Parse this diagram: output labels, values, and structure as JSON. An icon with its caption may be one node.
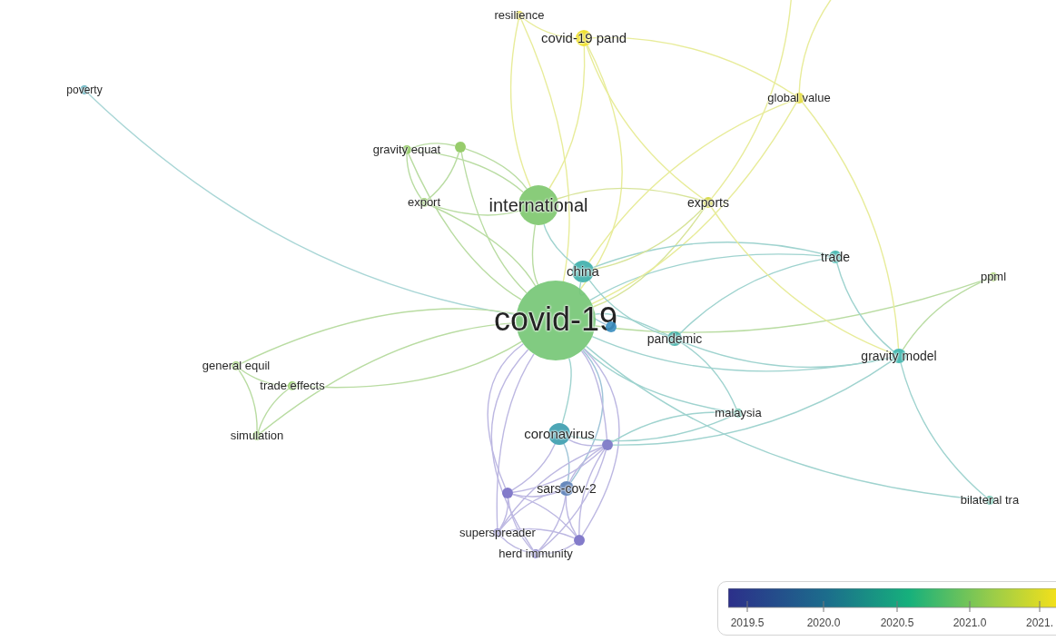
{
  "diagram": {
    "nodes": [
      {
        "text": [
          "resilience"
        ]
      },
      {
        "text": [
          "covid-19 pand"
        ]
      },
      {
        "text": [
          "poverty"
        ]
      },
      {
        "text": [
          "global value"
        ]
      },
      {
        "text": [
          "gravity equat"
        ]
      },
      {
        "text": [],
        "shape": "circle"
      },
      {
        "text": [
          "export"
        ]
      },
      {
        "text": [
          "international"
        ]
      },
      {
        "text": [
          "exports"
        ]
      },
      {
        "text": [
          "china"
        ]
      },
      {
        "text": [
          "trade"
        ]
      },
      {
        "text": [
          "ppml"
        ]
      },
      {
        "text": [
          "covid-19"
        ]
      },
      {
        "text": [],
        "shape": "circle"
      },
      {
        "text": [
          "pandemic"
        ]
      },
      {
        "text": [
          "gravity model"
        ]
      },
      {
        "text": [
          "general equil"
        ]
      },
      {
        "text": [
          "trade effects"
        ]
      },
      {
        "text": [
          "malaysia"
        ]
      },
      {
        "text": [
          "simulation"
        ]
      },
      {
        "text": [
          "coronavirus"
        ]
      },
      {
        "text": [],
        "shape": "circle"
      },
      {
        "text": [
          "sars-cov-2"
        ]
      },
      {
        "text": [],
        "shape": "circle"
      },
      {
        "text": [
          "bilateral tra"
        ]
      },
      {
        "text": [
          "superspreader"
        ]
      },
      {
        "text": [
          "herd immunity"
        ]
      },
      {
        "text": [],
        "shape": "circle"
      }
    ],
    "edges": [
      {
        "from": 12,
        "to": 7,
        "arrow": "none"
      },
      {
        "from": 12,
        "to": 9,
        "arrow": "none",
        "color": "#9fd3cf"
      },
      {
        "from": 12,
        "to": 2,
        "arrow": "none",
        "color": "#a9d6d6"
      },
      {
        "from": 12,
        "to": 16,
        "arrow": "none"
      },
      {
        "from": 12,
        "to": 17,
        "arrow": "none"
      },
      {
        "from": 12,
        "to": 19,
        "arrow": "none"
      },
      {
        "from": 12,
        "to": 4,
        "arrow": "none"
      },
      {
        "from": 12,
        "to": 6,
        "arrow": "none"
      },
      {
        "from": 12,
        "to": 5,
        "arrow": "none"
      },
      {
        "from": 12,
        "to": 8,
        "arrow": "none",
        "color": "#d8e49a"
      },
      {
        "from": 12,
        "to": 10,
        "arrow": "none",
        "color": "#9fd3cf"
      },
      {
        "from": 12,
        "to": 15,
        "arrow": "none",
        "color": "#9fd3cf"
      },
      {
        "from": 12,
        "to": 14,
        "arrow": "none",
        "color": "#9fd3cf"
      },
      {
        "from": 12,
        "to": 18,
        "arrow": "none",
        "color": "#9fd3cf"
      },
      {
        "from": 12,
        "to": 20,
        "arrow": "none",
        "color": "#9fd3cf"
      },
      {
        "from": 12,
        "to": 22,
        "arrow": "none",
        "color": "#9fc4d8"
      },
      {
        "from": 12,
        "to": 23,
        "arrow": "none",
        "color": "#bdb8e2"
      },
      {
        "from": 12,
        "to": 25,
        "arrow": "none",
        "color": "#bdb8e2"
      },
      {
        "from": 12,
        "to": 26,
        "arrow": "none",
        "color": "#bdb8e2"
      },
      {
        "from": 12,
        "to": 27,
        "arrow": "none",
        "color": "#bdb8e2"
      },
      {
        "from": 12,
        "to": 21,
        "arrow": "none",
        "color": "#bdb8e2"
      },
      {
        "from": 12,
        "to": 24,
        "arrow": "none",
        "color": "#9fd3cf"
      },
      {
        "from": 12,
        "to": 11,
        "arrow": "none"
      },
      {
        "from": 12,
        "to": 3,
        "arrow": "none",
        "color": "#e8ec9a"
      },
      {
        "from": 12,
        "to": 1,
        "arrow": "none",
        "color": "#e8ec9a"
      },
      {
        "from": 12,
        "to": 0,
        "arrow": "none",
        "color": "#e8ec9a"
      },
      {
        "from": 12,
        "to": 13,
        "arrow": "none",
        "color": "#9fc4d8"
      },
      {
        "from": 7,
        "to": 4,
        "arrow": "none"
      },
      {
        "from": 7,
        "to": 6,
        "arrow": "none"
      },
      {
        "from": 7,
        "to": 5,
        "arrow": "none"
      },
      {
        "from": 7,
        "to": 8,
        "arrow": "none",
        "color": "#d8e49a"
      },
      {
        "from": 7,
        "to": 1,
        "arrow": "none",
        "color": "#e8ec9a"
      },
      {
        "from": 7,
        "to": 0,
        "arrow": "none",
        "color": "#e8ec9a"
      },
      {
        "from": 7,
        "to": 9,
        "arrow": "none",
        "color": "#9fd3cf"
      },
      {
        "from": 4,
        "to": 5,
        "arrow": "none"
      },
      {
        "from": 4,
        "to": 6,
        "arrow": "none"
      },
      {
        "from": 5,
        "to": 6,
        "arrow": "none"
      },
      {
        "from": 16,
        "to": 17,
        "arrow": "none"
      },
      {
        "from": 16,
        "to": 19,
        "arrow": "none"
      },
      {
        "from": 17,
        "to": 19,
        "arrow": "none"
      },
      {
        "from": 9,
        "to": 10,
        "arrow": "none",
        "color": "#9fd3cf"
      },
      {
        "from": 9,
        "to": 8,
        "arrow": "none",
        "color": "#d8e49a"
      },
      {
        "from": 9,
        "to": 3,
        "arrow": "none",
        "color": "#e8ec9a"
      },
      {
        "from": 9,
        "to": 14,
        "arrow": "none",
        "color": "#9fd3cf"
      },
      {
        "from": 14,
        "to": 10,
        "arrow": "none",
        "color": "#9fd3cf"
      },
      {
        "from": 14,
        "to": 15,
        "arrow": "none",
        "color": "#9fd3cf"
      },
      {
        "from": 14,
        "to": 18,
        "arrow": "none",
        "color": "#9fd3cf"
      },
      {
        "from": 10,
        "to": 15,
        "arrow": "none",
        "color": "#9fd3cf"
      },
      {
        "from": 15,
        "to": 11,
        "arrow": "none"
      },
      {
        "from": 15,
        "to": 24,
        "arrow": "none",
        "color": "#9fd3cf"
      },
      {
        "from": 15,
        "to": 21,
        "arrow": "none",
        "color": "#9fd3cf"
      },
      {
        "from": 8,
        "to": 15,
        "arrow": "none",
        "color": "#e8ec9a"
      },
      {
        "from": 1,
        "to": 3,
        "arrow": "none",
        "color": "#e8ec9a"
      },
      {
        "from": 1,
        "to": 8,
        "arrow": "none",
        "color": "#e8ec9a"
      },
      {
        "from": 3,
        "to": 15,
        "arrow": "none",
        "color": "#e8ec9a"
      },
      {
        "from": 0,
        "to": 1,
        "arrow": "none",
        "color": "#e8ec9a"
      },
      {
        "from": 20,
        "to": 22,
        "arrow": "none",
        "color": "#9fc4d8"
      },
      {
        "from": 20,
        "to": 21,
        "arrow": "none",
        "color": "#bdb8e2"
      },
      {
        "from": 20,
        "to": 23,
        "arrow": "none",
        "color": "#bdb8e2"
      },
      {
        "from": 21,
        "to": 22,
        "arrow": "none",
        "color": "#bdb8e2"
      },
      {
        "from": 21,
        "to": 23,
        "arrow": "none",
        "color": "#bdb8e2"
      },
      {
        "from": 21,
        "to": 25,
        "arrow": "none",
        "color": "#bdb8e2"
      },
      {
        "from": 21,
        "to": 26,
        "arrow": "none",
        "color": "#bdb8e2"
      },
      {
        "from": 21,
        "to": 27,
        "arrow": "none",
        "color": "#bdb8e2"
      },
      {
        "from": 22,
        "to": 23,
        "arrow": "none",
        "color": "#bdb8e2"
      },
      {
        "from": 22,
        "to": 25,
        "arrow": "none",
        "color": "#bdb8e2"
      },
      {
        "from": 22,
        "to": 26,
        "arrow": "none",
        "color": "#bdb8e2"
      },
      {
        "from": 22,
        "to": 27,
        "arrow": "none",
        "color": "#bdb8e2"
      },
      {
        "from": 23,
        "to": 25,
        "arrow": "none",
        "color": "#bdb8e2"
      },
      {
        "from": 23,
        "to": 26,
        "arrow": "none",
        "color": "#bdb8e2"
      },
      {
        "from": 23,
        "to": 27,
        "arrow": "none",
        "color": "#bdb8e2"
      },
      {
        "from": 25,
        "to": 26,
        "arrow": "none",
        "color": "#bdb8e2"
      },
      {
        "from": 25,
        "to": 27,
        "arrow": "none",
        "color": "#bdb8e2"
      },
      {
        "from": 26,
        "to": 27,
        "arrow": "none",
        "color": "#bdb8e2"
      },
      {
        "from": 21,
        "to": 18,
        "arrow": "none",
        "color": "#9fd3cf"
      },
      {
        "from": 20,
        "to": 18,
        "arrow": "none",
        "color": "#9fd3cf"
      },
      {
        "from": 3,
        "to": null,
        "arrow": "none",
        "color": "#e8ec9a"
      },
      {
        "from": 8,
        "to": null,
        "arrow": "none",
        "color": "#e8ec9a"
      }
    ],
    "labels": [
      "2019.5",
      "2020.0",
      "2020.5",
      "2021.0",
      "2021."
    ]
  }
}
